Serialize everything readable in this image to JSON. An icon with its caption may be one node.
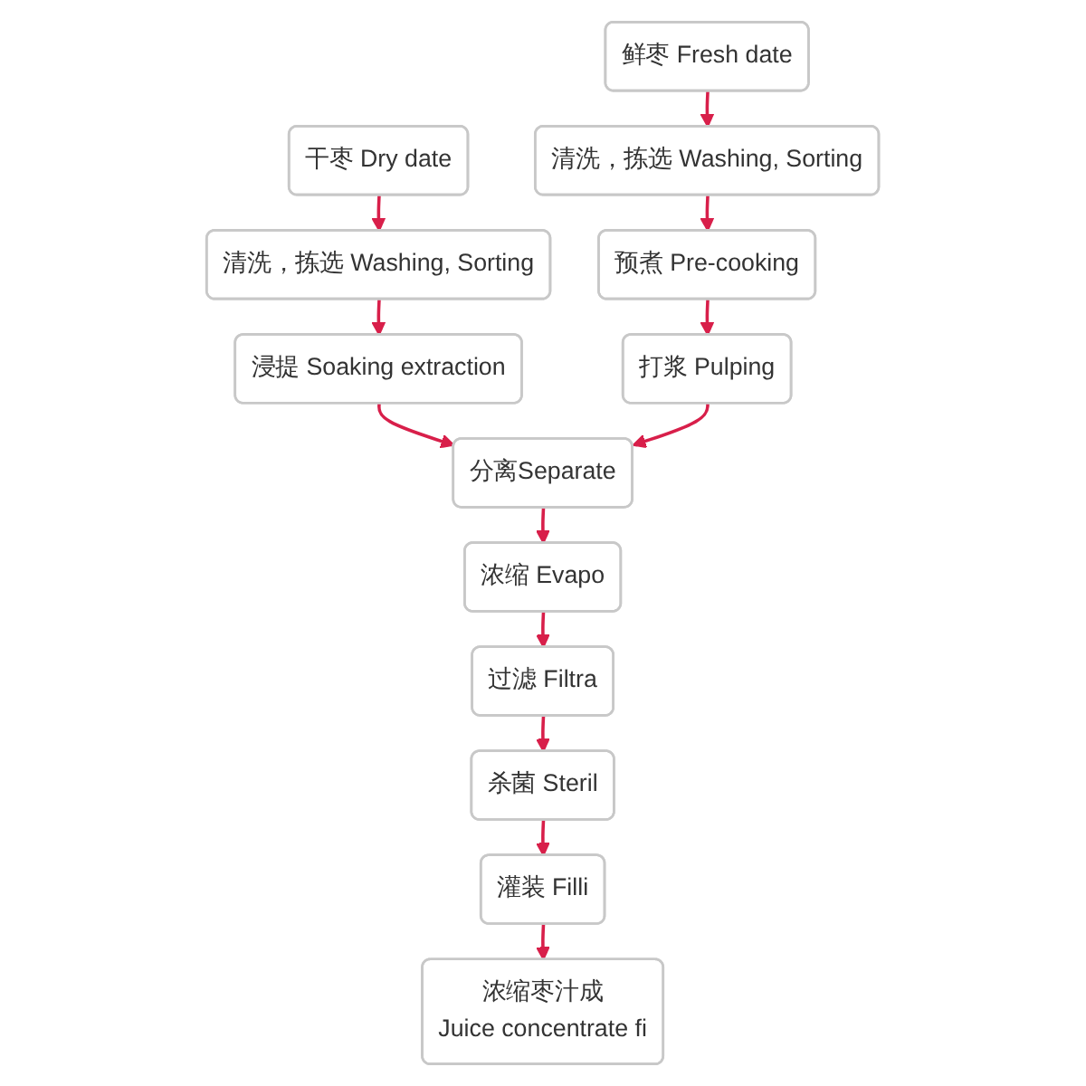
{
  "diagram": {
    "nodes": [
      {
        "text": [
          "干枣 Dry date"
        ]
      },
      {
        "text": [
          "清洗，拣选 Washing, Sorting"
        ]
      },
      {
        "text": [
          "浸提 Soaking extraction"
        ]
      },
      {
        "text": [
          "鲜枣 Fresh date"
        ]
      },
      {
        "text": [
          "清洗，拣选 Washing, Sorting"
        ]
      },
      {
        "text": [
          "预煮 Pre-cooking"
        ]
      },
      {
        "text": [
          "打浆 Pulping"
        ]
      },
      {
        "text": [
          "分离Separate"
        ]
      },
      {
        "text": [
          "浓缩 Evapo"
        ]
      },
      {
        "text": [
          "过滤 Filtra"
        ]
      },
      {
        "text": [
          "杀菌 Steril"
        ]
      },
      {
        "text": [
          "灌装 Filli"
        ]
      },
      {
        "text": [
          "浓缩枣汁成",
          "Juice concentrate fi"
        ]
      }
    ],
    "edges": [
      {
        "from": 0,
        "to": 1,
        "arrow": "to"
      },
      {
        "from": 1,
        "to": 2,
        "arrow": "to"
      },
      {
        "from": 2,
        "to": 7,
        "arrow": "to"
      },
      {
        "from": 3,
        "to": 4,
        "arrow": "to"
      },
      {
        "from": 4,
        "to": 5,
        "arrow": "to"
      },
      {
        "from": 5,
        "to": 6,
        "arrow": "to"
      },
      {
        "from": 6,
        "to": 7,
        "arrow": "to"
      },
      {
        "from": 7,
        "to": 8,
        "arrow": "to"
      },
      {
        "from": 8,
        "to": 9,
        "arrow": "to"
      },
      {
        "from": 9,
        "to": 10,
        "arrow": "to"
      },
      {
        "from": 10,
        "to": 11,
        "arrow": "to"
      },
      {
        "from": 11,
        "to": 12,
        "arrow": "to"
      }
    ]
  }
}
